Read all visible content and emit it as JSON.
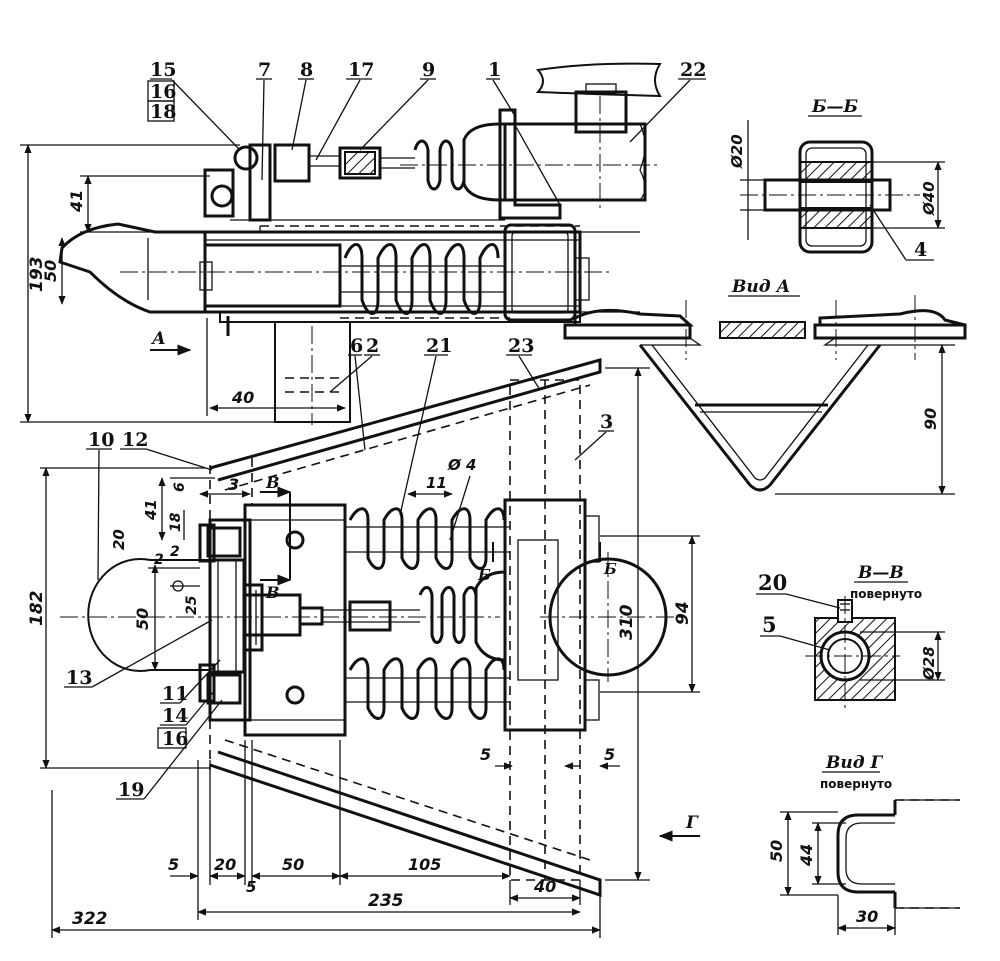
{
  "part_numbers": [
    "15",
    "16",
    "18",
    "7",
    "8",
    "17",
    "9",
    "1",
    "22",
    "2",
    "6",
    "21",
    "23",
    "3",
    "10",
    "12",
    "13",
    "11",
    "14",
    "16",
    "19",
    "4",
    "5",
    "20"
  ],
  "dimensions": {
    "d193": "193",
    "d41a": "41",
    "d50a": "50",
    "d40a": "40",
    "d3": "3",
    "d6": "6",
    "d41b": "41",
    "d18": "18",
    "d20a": "20",
    "d2a": "2",
    "d2b": "2",
    "d25": "25",
    "d50b": "50",
    "d182": "182",
    "d11": "11",
    "phi4": "Ø 4",
    "d310": "310",
    "d94": "94",
    "d5a": "5",
    "d5b": "5",
    "d5c": "5",
    "d20b": "20",
    "d5d": "5",
    "d50c": "50",
    "d105": "105",
    "d235": "235",
    "d40b": "40",
    "d322": "322",
    "d90": "90",
    "phi20": "Ø20",
    "phi40": "Ø40",
    "phi28": "Ø28",
    "d50d": "50",
    "d44": "44",
    "d30": "30"
  },
  "view_labels": {
    "bb": "Б—Б",
    "vid_a": "Вид А",
    "vv": "В—В",
    "vv_note": "повернуто",
    "vid_g": "Вид Г",
    "vid_g_note": "повернуто"
  },
  "section_marks": {
    "arrow_a": "А",
    "b_top": "В",
    "b_bottom": "В",
    "be_left": "Б",
    "be_right": "Б",
    "arrow_g": "Г"
  }
}
